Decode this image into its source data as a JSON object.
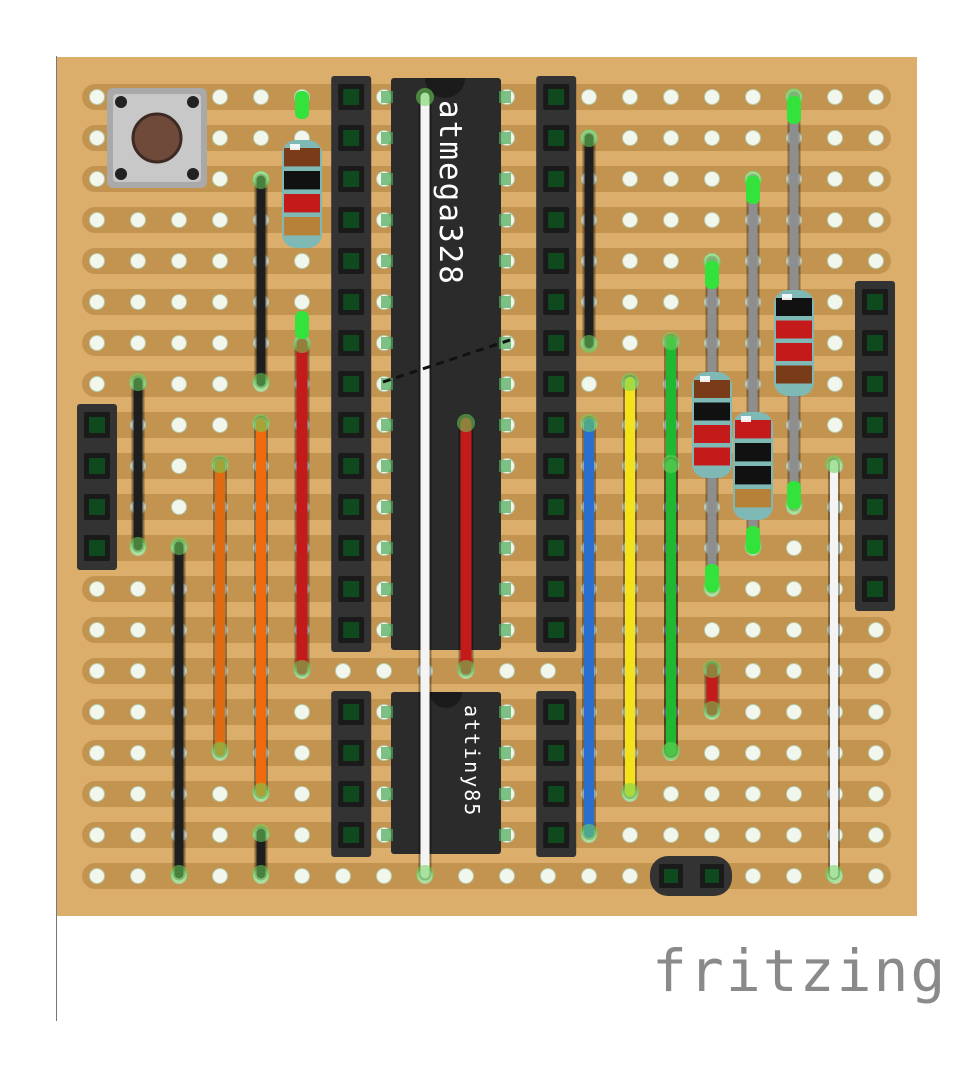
{
  "board": {
    "color": "#dcae6b",
    "strip_color": "#c39450",
    "hole_color": "#f2f7ee",
    "cols": 20,
    "rows": 20
  },
  "chips": {
    "main_label": "atmega328",
    "small_label": "attiny85",
    "body_color": "#2b2b2b",
    "header_color": "#333333"
  },
  "wires": [
    {
      "name": "wire-black-top-left",
      "color": "#1e1e1e"
    },
    {
      "name": "wire-black-left",
      "color": "#1e1e1e"
    },
    {
      "name": "wire-black-bottom-left",
      "color": "#1e1e1e"
    },
    {
      "name": "wire-black-short",
      "color": "#1e1e1e"
    },
    {
      "name": "wire-black-right-top",
      "color": "#1e1e1e"
    },
    {
      "name": "wire-orange-1",
      "color": "#e06a10"
    },
    {
      "name": "wire-orange-2",
      "color": "#ee6a0c"
    },
    {
      "name": "wire-red-left",
      "color": "#c41a1a"
    },
    {
      "name": "wire-red-chip",
      "color": "#c41a1a"
    },
    {
      "name": "wire-white-main",
      "color": "#f4f4f4"
    },
    {
      "name": "wire-white-right",
      "color": "#f4f4f4"
    },
    {
      "name": "wire-blue",
      "color": "#2a6fd0"
    },
    {
      "name": "wire-yellow",
      "color": "#f4e21a"
    },
    {
      "name": "wire-green-1",
      "color": "#20b830"
    },
    {
      "name": "wire-green-2",
      "color": "#20b830"
    },
    {
      "name": "wire-grey-1",
      "color": "#8e8e8e"
    },
    {
      "name": "wire-grey-2",
      "color": "#8e8e8e"
    },
    {
      "name": "wire-grey-3",
      "color": "#8e8e8e"
    },
    {
      "name": "wire-red-short",
      "color": "#c41a1a"
    }
  ],
  "logo": "fritzing"
}
